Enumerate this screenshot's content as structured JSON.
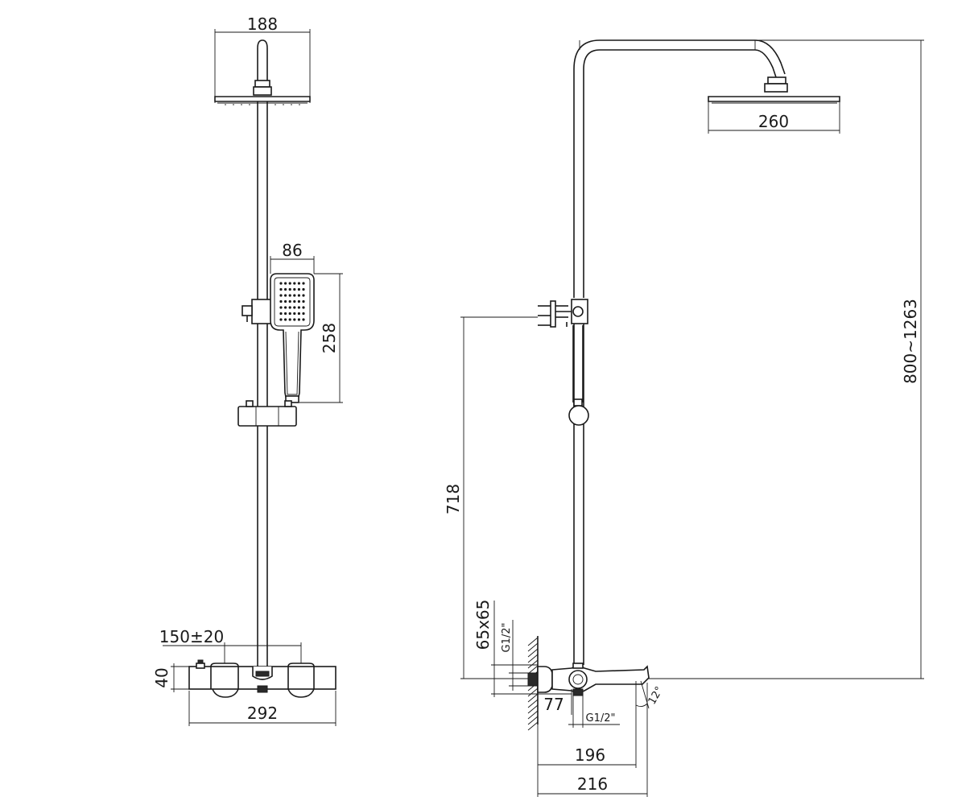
{
  "front_view": {
    "dims": {
      "head_width": "188",
      "hand_width": "86",
      "hand_height": "258",
      "inlet_spacing": "150±20",
      "body_height": "40",
      "body_width": "292"
    }
  },
  "side_view": {
    "dims": {
      "head_diameter": "260",
      "total_height": "800~1263",
      "holder_height": "718",
      "flange": "65x65",
      "thread_wall": "G1/2\"",
      "thread_bottom": "G1/2\"",
      "wall_offset": "77",
      "spout_reach": "196",
      "total_depth": "216",
      "spout_angle": "12°"
    }
  }
}
